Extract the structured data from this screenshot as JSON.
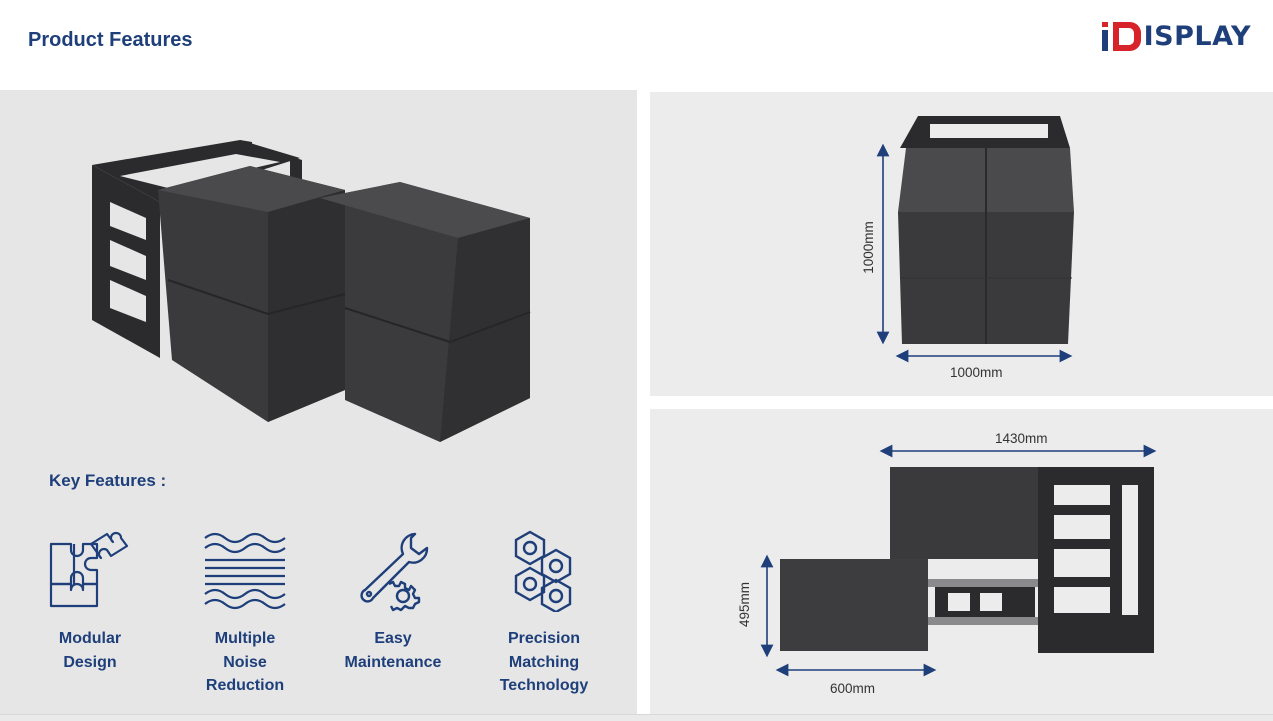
{
  "header": {
    "title": "Product Features",
    "logo": {
      "glyph": "i",
      "text": "ISPLAY",
      "color": "#1e3f7a",
      "accent": "#d7232a"
    }
  },
  "features": {
    "heading": "Key Features :",
    "items": [
      {
        "label": "Modular\nDesign",
        "icon": "puzzle-icon"
      },
      {
        "label": "Multiple\nNoise\nReduction",
        "icon": "waves-icon"
      },
      {
        "label": "Easy\nMaintenance",
        "icon": "wrench-gear-icon"
      },
      {
        "label": "Precision\nMatching\nTechnology",
        "icon": "hex-nuts-icon"
      }
    ]
  },
  "front_view": {
    "height_label": "1000mm",
    "width_label": "1000mm"
  },
  "side_view": {
    "width_label": "1430mm",
    "height_label": "495mm",
    "depth_label": "600mm"
  },
  "colors": {
    "brand": "#1e3f7a",
    "panel": "#e6e6e7",
    "cabinet": "#3a3a3c"
  }
}
